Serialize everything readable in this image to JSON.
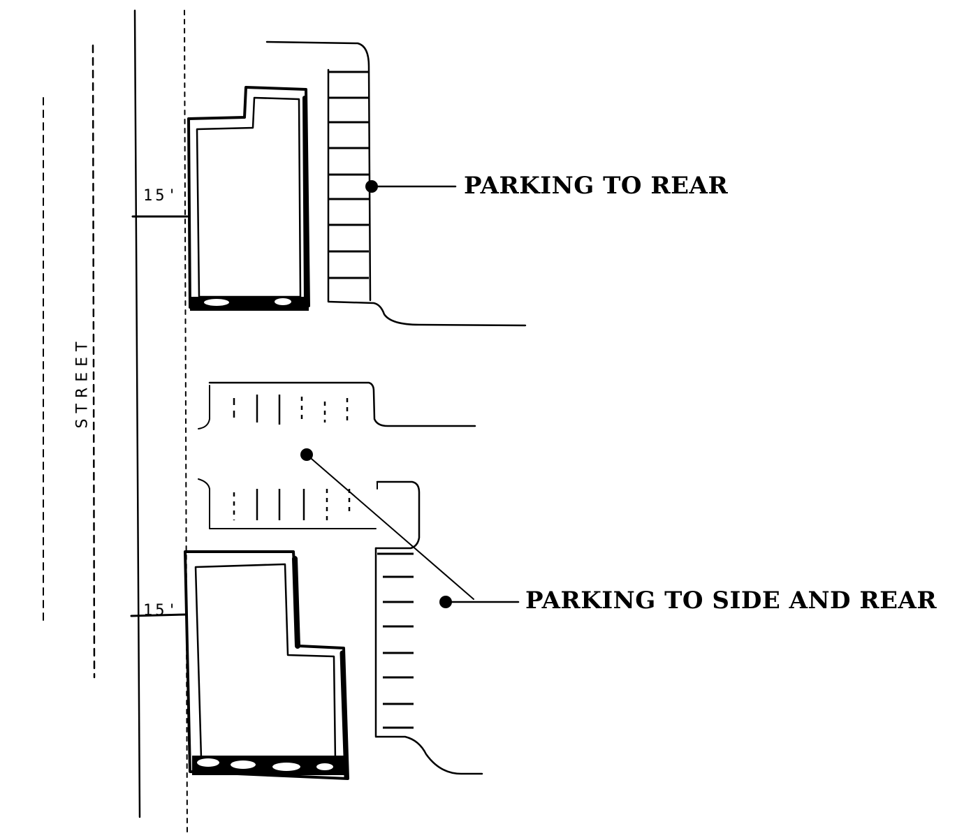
{
  "labels": {
    "parking_rear": "PARKING TO REAR",
    "parking_side_rear": "PARKING TO SIDE AND REAR",
    "street": "STREET",
    "setback_top": "15'",
    "setback_bottom": "15'"
  },
  "colors": {
    "ink": "#000000",
    "background": "#ffffff"
  }
}
